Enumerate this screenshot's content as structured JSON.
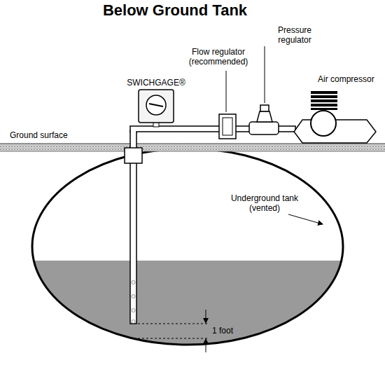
{
  "diagram": {
    "title": "Below Ground Tank",
    "labels": [
      "SWICHGAGE®",
      "Flow regulator (recommended)",
      "Pressure regulator",
      "Air compressor",
      "Ground surface",
      "Underground tank (vented)",
      "1 foot"
    ]
  }
}
